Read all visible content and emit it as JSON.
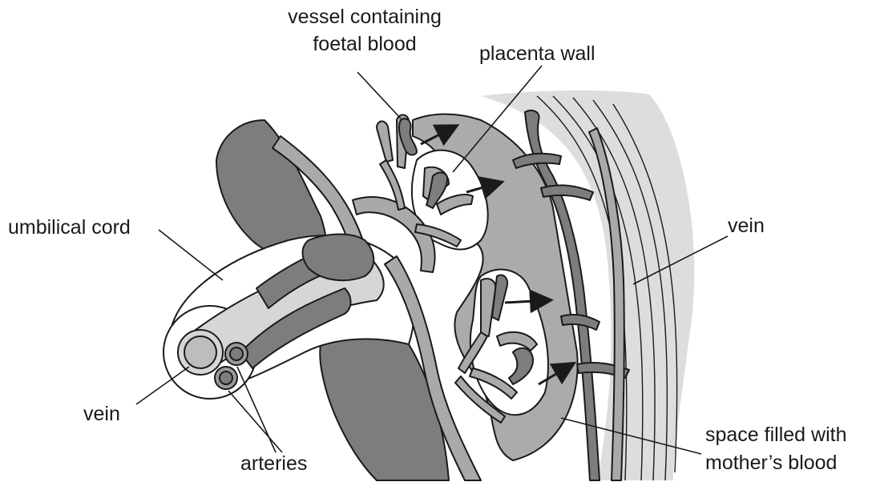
{
  "labels": {
    "vessel_line1": "vessel containing",
    "vessel_line2": "foetal blood",
    "placenta_wall": "placenta wall",
    "umbilical_cord": "umbilical cord",
    "vein_right": "vein",
    "vein_left": "vein",
    "arteries": "arteries",
    "space_line1": "space filled with",
    "space_line2": "mother’s blood"
  },
  "colors": {
    "light_grey": "#d9d9d9",
    "mid_grey": "#a9a9a9",
    "dark_grey": "#7a7a7a",
    "outline": "#1a1a1a"
  }
}
